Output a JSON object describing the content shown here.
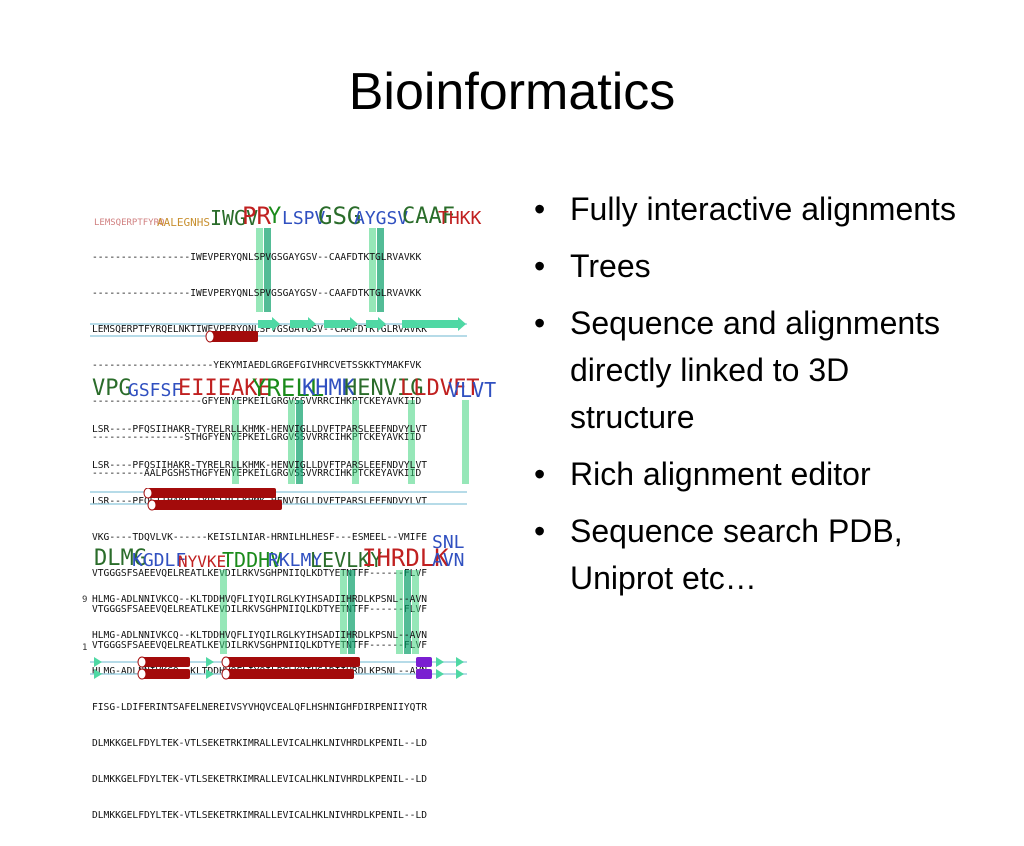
{
  "slide": {
    "title": "Bioinformatics",
    "bullets": [
      "Fully interactive alignments",
      "Trees",
      "Sequence and alignments directly linked to 3D structure",
      "Rich alignment editor",
      "Sequence search PDB, Uniprot etc…"
    ]
  },
  "figure": {
    "panels": [
      {
        "rows": [
          "-----------------IWEVPERYQNLSPVGSGAYGSV--CAAFDTKTGLRVAVKK",
          "-----------------IWEVPERYQNLSPVGSGAYGSV--CAAFDTKTGLRVAVKK",
          "LEMSQERPTFYRQELNKTIWEVPERYQNLSPVGSGAYGSV--CAAFDTKTGLRVAVKK",
          "---------------------YEKYMIAEDLGRGEFGIVHRCVETSSKKTYMAKFVK",
          "-------------------GFYENYEPKEILGRGVSSVVRRCIHKPTCKEYAVKIID",
          "----------------STHGFYENYEPKEILGRGVSSVVRRCIHKPTCKEYAVKIID",
          "---------AALPGSHSTHGFYENYEPKEILGRGVSSVVRRCIHKPTCKEYAVKIID"
        ],
        "row_numbers": []
      },
      {
        "rows": [
          "LSR----PFQSIIHAKR-TYRELRLLKHMK-HENVIGLLDVFTPARSLEEFNDVYLVT",
          "LSR----PFQSIIHAKR-TYRELRLLKHMK-HENVIGLLDVFTPARSLEEFNDVYLVT",
          "LSR----PFQSIIHAKR-TYRELRLLKHMK-HENVIGLLDVFTPARSLEEFNDVYLVT",
          "VKG----TDQVLVK------KEISILNIAR-HRNILHLHESF---ESMEEL--VMIFE",
          "VTGGGSFSAEEVQELREATLKEVDILRKVSGHPNIIQLKDTYETNTFF------FLVF",
          "VTGGGSFSAEEVQELREATLKEVDILRKVSGHPNIIQLKDTYETNTFF------FLVF",
          "VTGGGSFSAEEVQELREATLKEVDILRKVSGHPNIIQLKDTYETNTFF------FLVF"
        ],
        "row_numbers": []
      },
      {
        "rows": [
          "HLMG-ADLNNIVKCQ--KLTDDHVQFLIYQILRGLKYIHSADIIHRDLKPSNL--AVN",
          "HLMG-ADLNNIVKCQ--KLTDDHVQFLIYQILRGLKYIHSADIIHRDLKPSNL--AVN",
          "HLMG-ADLNNIVKCQ--KLTDDHVQFLIYQILRGLKYIHSADIIHRDLKPSNL--AVN",
          "FISG-LDIFERINTSAFELNEREIVSYVHQVCEALQFLHSHNIGHFDIRPENIIYQTR",
          "DLMKKGELFDYLTEK-VTLSEKETRKIMRALLEVICALHKLNIVHRDLKPENIL--LD",
          "DLMKKGELFDYLTEK-VTLSEKETRKIMRALLEVICALHKLNIVHRDLKPENIL--LD",
          "DLMKKGELFDYLTEK-VTLSEKETRKIMRALLEVICALHKLNIVHRDLKPENIL--LD"
        ],
        "row_numbers": [
          "",
          "",
          "9",
          "",
          "",
          "",
          "1"
        ]
      }
    ],
    "colors": {
      "helix": "#a30b0b",
      "strand": "#4fd8a4",
      "conserved": "#3fd37d",
      "highly_conserved": "#0aa06a",
      "accent_purple": "#7a1fd1"
    }
  }
}
